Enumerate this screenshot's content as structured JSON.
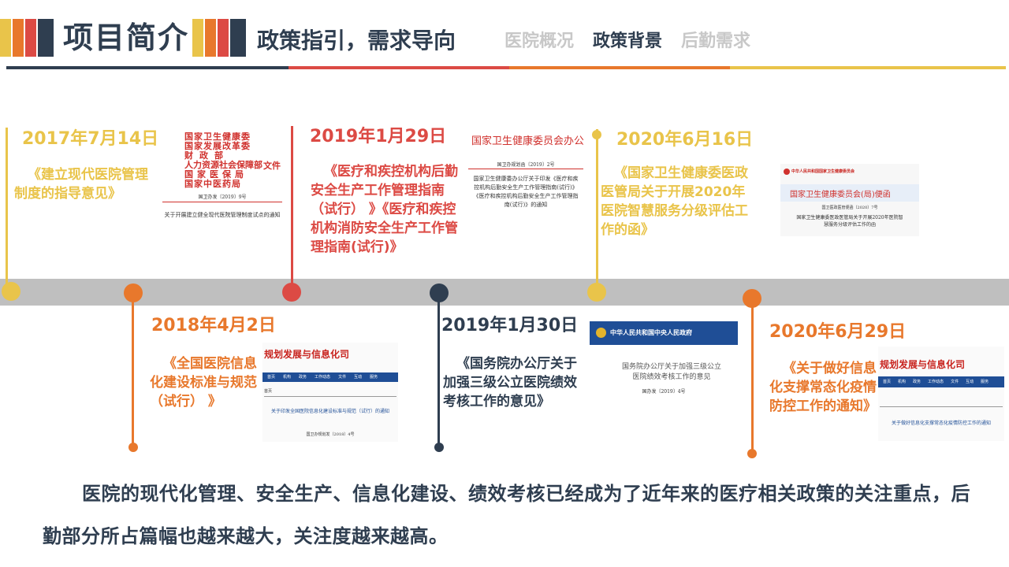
{
  "header": {
    "title": "项目简介",
    "subtitle": "政策指引，需求导向",
    "tabs": [
      {
        "label": "医院概况",
        "active": false
      },
      {
        "label": "政策背景",
        "active": true
      },
      {
        "label": "后勤需求",
        "active": false
      }
    ]
  },
  "colors": {
    "yellow": "#e9c44a",
    "orange": "#e8782c",
    "red": "#dc4a44",
    "navy": "#2f3e50",
    "axis": "#bfbfbf",
    "tab_inactive": "#c8c8c8"
  },
  "timeline": [
    {
      "date": "2017年7月14日",
      "desc": "《建立现代医院管理制度的指导意见》",
      "doc": {
        "issuers": [
          "国家卫生健康委",
          "国家发展改革委",
          "财政部",
          "人力资源社会保障部",
          "国家医保局",
          "国家中医药局"
        ],
        "suffix": "文件",
        "number": "国卫办发〔2019〕9号",
        "caption": "关于开展建立健全现代医院管理制度试点的通知"
      }
    },
    {
      "date": "2018年4月2日",
      "desc": "《全国医院信息化建设标准与规范（试行）  》",
      "doc": {
        "header": "规划发展与信息化司",
        "nav": [
          "首页",
          "机构",
          "政务",
          "工作动态",
          "文件",
          "互动",
          "服务"
        ],
        "crumb": "首页",
        "title": "关于印发全国医院信息化建设标准与规范（试行）的通知",
        "number": "国卫办规划发〔2018〕4号"
      }
    },
    {
      "date": "2019年1月29日",
      "desc": "《医疗和疾控机构后勤安全生产工作管理指南（试行）  》《医疗和疾控机构消防安全生产工作管理指南(试行)》",
      "doc": {
        "header": "国家卫生健康委员会办公厅文件",
        "number": "国卫办规划函〔2019〕2号",
        "caption": "国家卫生健康委办公厅关于印发《医疗和疾控机构后勤安全生产工作管理指南(试行)》《医疗和疾控机构后勤安全生产工作管理指南(试行)》的通知"
      }
    },
    {
      "date": "2019年1月30日",
      "desc": "《国务院办公厅关于加强三级公立医院绩效考核工作的意见》",
      "doc": {
        "header": "中华人民共和国中央人民政府",
        "title": "国务院办公厅关于加强三级公立医院绩效考核工作的意见",
        "number": "国办发〔2019〕4号"
      }
    },
    {
      "date": "2020年6月16日",
      "desc": "《国家卫生健康委医政医管局关于开展2020年医院智慧服务分级评估工作的函》",
      "doc": {
        "header": "中华人民共和国国家卫生健康委员会",
        "title": "国家卫生健康委员会(局)便函",
        "number": "国卫医政医管便函〔2020〕7号",
        "caption": "国家卫生健康委医政医管局关于开展2020年医院智慧服务分级评估工作的函"
      }
    },
    {
      "date": "2020年6月29日",
      "desc": "《关于做好信息化支撑常态化疫情防控工作的通知》",
      "doc": {
        "header": "规划发展与信息化司",
        "nav": [
          "首页",
          "机构",
          "政务",
          "工作动态",
          "文件",
          "互动",
          "服务"
        ],
        "title": "关于做好信息化支撑常态化疫情防控工作的通知"
      }
    }
  ],
  "paragraph": "医院的现代化管理、安全生产、信息化建设、绩效考核已经成为了近年来的医疗相关政策的关注重点，后勤部分所占篇幅也越来越大，关注度越来越高。"
}
